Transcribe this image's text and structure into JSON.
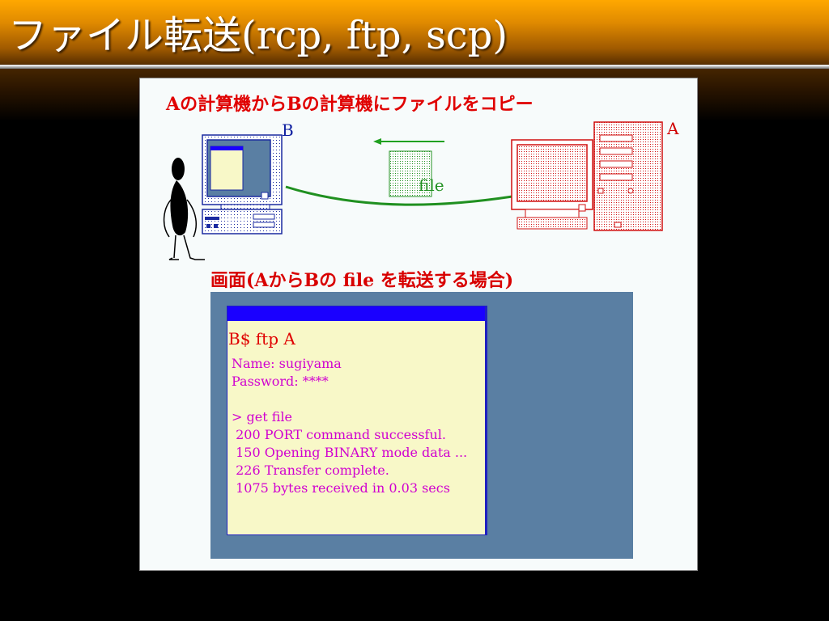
{
  "slide": {
    "title": "ファイル転送(rcp, ftp, scp)"
  },
  "figure": {
    "caption": "Aの計算機からBの計算機にファイルをコピー",
    "label_b": "B",
    "label_a": "A",
    "file_label": "file"
  },
  "screen": {
    "caption": "画面(AからBの file を転送する場合)",
    "prompt": "B$ ftp A",
    "lines": [
      "Name: sugiyama",
      "Password: ****",
      "",
      "> get file",
      " 200 PORT command successful.",
      " 150 Opening BINARY mode data ...",
      " 226 Transfer complete.",
      " 1075 bytes received in 0.03 secs"
    ]
  },
  "colors": {
    "header_gradient_top": "#ffa800",
    "caption_red": "#e00000",
    "computer_b_blue": "#1a2aa0",
    "computer_a_red": "#d01010",
    "transfer_green": "#209020",
    "screen_bg": "#5a7fa3",
    "terminal_bg": "#f8f8c8",
    "terminal_text": "#d000d0",
    "titlebar_blue": "#1a00ff"
  }
}
